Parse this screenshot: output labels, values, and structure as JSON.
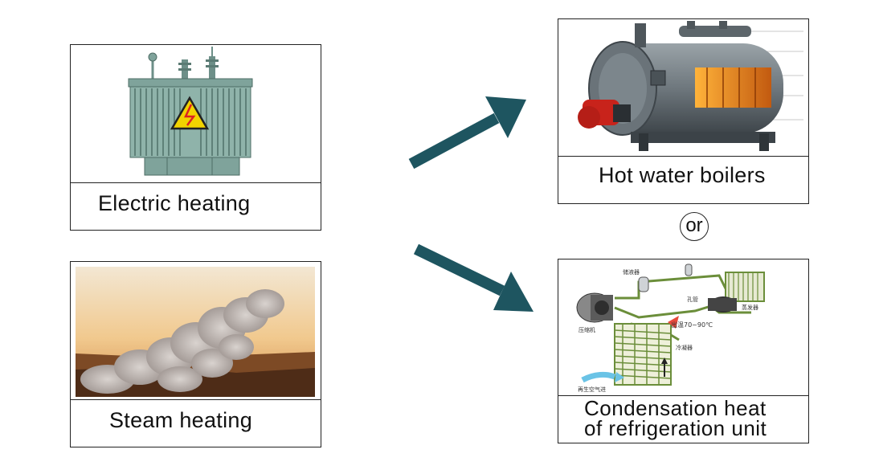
{
  "sources": {
    "electric_heating": "Electric heating",
    "steam_heating": "Steam heating"
  },
  "outputs": {
    "hot_water_boilers": "Hot water boilers",
    "condensation_line1": "Condensation heat",
    "condensation_line2": "of refrigeration unit"
  },
  "connector": "or",
  "diagram_labels": {
    "outlet_temp": "出温70~90℃",
    "regen_air": "再生空气进",
    "compressor": "压缩机",
    "condenser": "冷凝器",
    "evaporator": "蒸发器",
    "receiver": "储液器",
    "throttle": "孔管"
  },
  "colors": {
    "arrow": "#1e5560",
    "border": "#222222",
    "transformer": "#8fb3aa",
    "warning": "#f2d300"
  }
}
